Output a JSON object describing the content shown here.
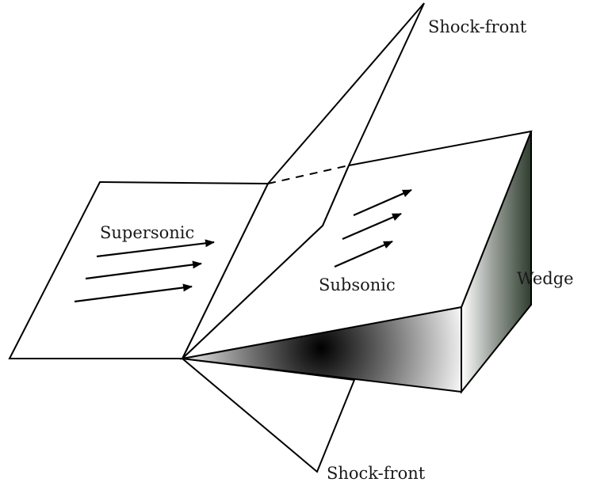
{
  "labels": {
    "shock_front_top": "Shock-front",
    "supersonic": "Supersonic",
    "subsonic": "Subsonic",
    "wedge": "Wedge",
    "shock_front_bottom": "Shock-front"
  },
  "colors": {
    "stroke": "#000000",
    "surface": "#ffffff",
    "shade_dark": "#000000",
    "shade_mid": "#7a7a7a",
    "shade_light": "#ffffff",
    "side_dark": "#3b4a3a"
  }
}
